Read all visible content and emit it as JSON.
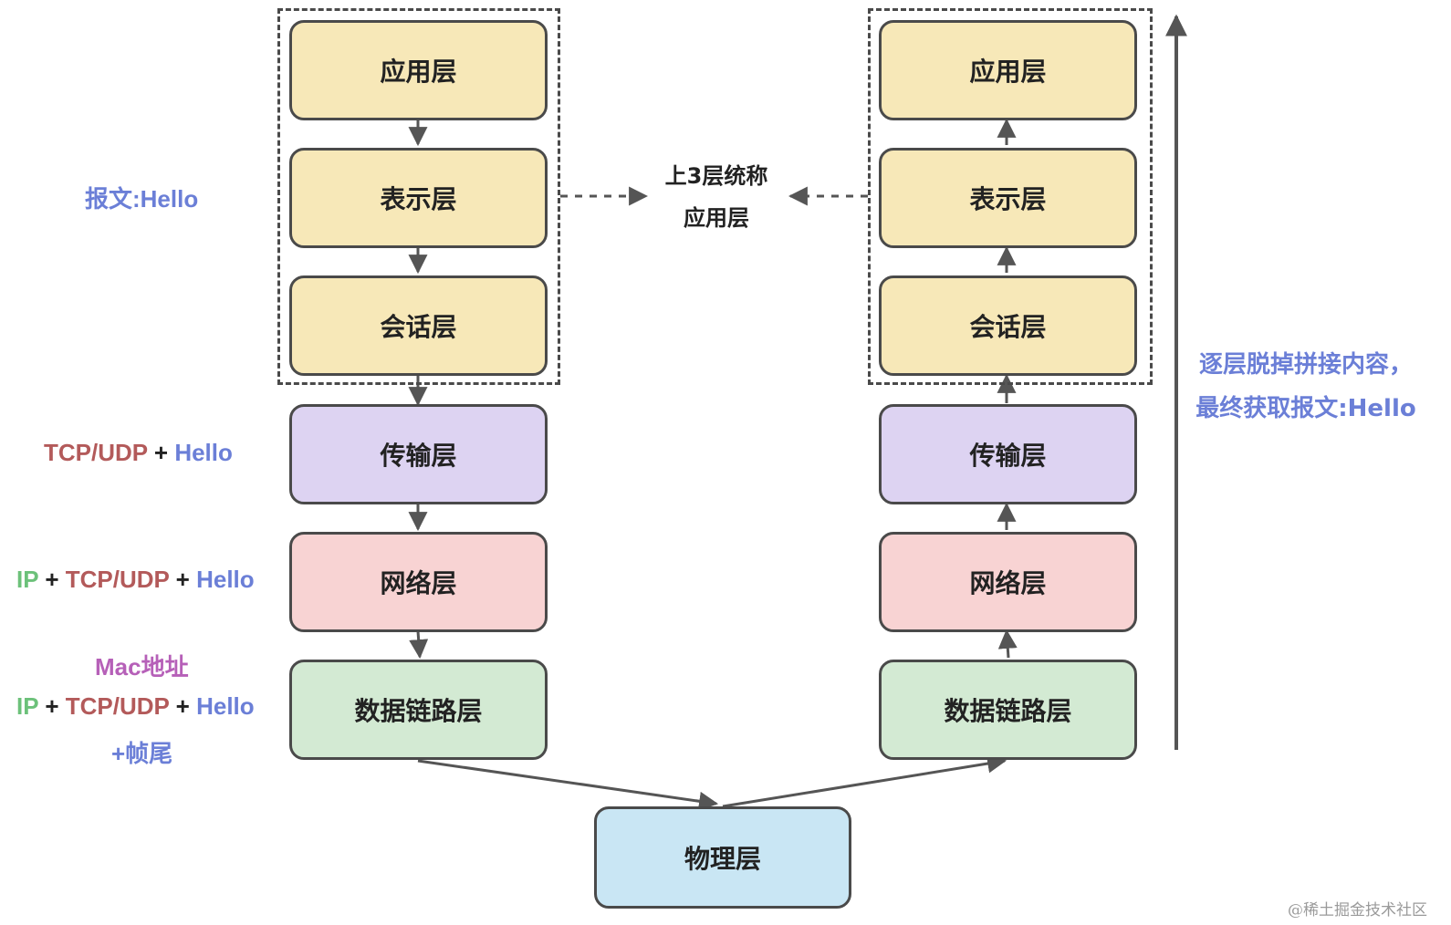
{
  "left_stack": {
    "application": "应用层",
    "presentation": "表示层",
    "session": "会话层",
    "transport": "传输层",
    "network": "网络层",
    "datalink": "数据链路层"
  },
  "right_stack": {
    "application": "应用层",
    "presentation": "表示层",
    "session": "会话层",
    "transport": "传输层",
    "network": "网络层",
    "datalink": "数据链路层"
  },
  "physical": "物理层",
  "upper_group_label": {
    "line1": "上3层统称",
    "line2": "应用层"
  },
  "annotations": {
    "message": "报文:Hello",
    "tcp_udp": "TCP/UDP",
    "plus": "+",
    "hello": "Hello",
    "ip": "IP",
    "mac": "Mac地址",
    "frame_tail": "+帧尾"
  },
  "right_note": {
    "line1": "逐层脱掉拼接内容，",
    "line2": "最终获取报文:Hello"
  },
  "watermark": "@稀土掘金技术社区",
  "colors": {
    "upper_layers": "#f7e8b8",
    "transport": "#ddd3f2",
    "network": "#f8d3d3",
    "datalink": "#d3ead3",
    "physical": "#c9e6f4",
    "annotation_blue": "#6b7fd7",
    "annotation_red": "#b35a5a",
    "annotation_green": "#6cc17a",
    "annotation_magenta": "#b660b8"
  }
}
